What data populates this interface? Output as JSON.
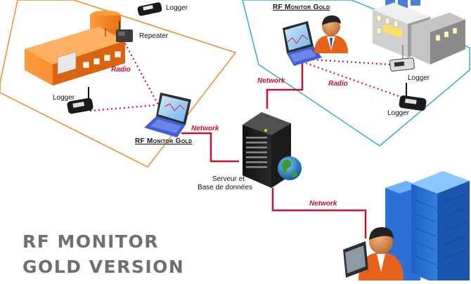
{
  "labels": {
    "logger_top": "Logger",
    "repeater": "Repeater",
    "radio_left": "Radio",
    "logger_left": "Logger",
    "rf_monitor_left": "RF Monitor Gold",
    "network_left": "Network",
    "rf_monitor_right": "RF Monitor Gold",
    "network_right": "Network",
    "radio_right": "Radio",
    "logger_right_1": "Logger",
    "logger_right_2": "Logger",
    "server_line1": "Serveur et",
    "server_line2": "Base de données",
    "network_bottom": "Network"
  },
  "headline": {
    "line1": "RF MONITOR",
    "line2": "GOLD VERSION"
  },
  "colors": {
    "orange_zone": "#f08a2a",
    "blue_zone": "#35b0c9",
    "network_line": "#c8102e",
    "radio_dots": "#c8102e",
    "headline": "#6f6f6f"
  }
}
